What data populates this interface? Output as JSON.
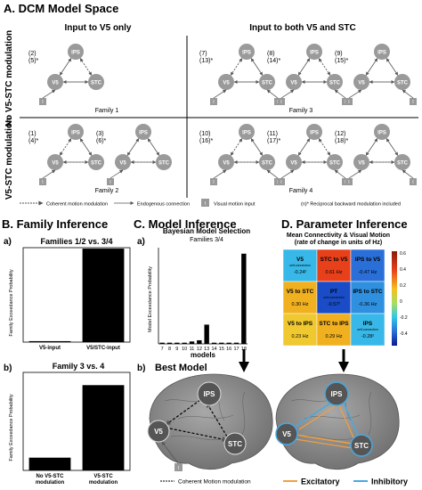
{
  "panelA": {
    "title": "A. DCM Model Space",
    "col_left": "Input to V5 only",
    "col_right": "Input to both V5 and STC",
    "row_top": "No V5-STC modulation",
    "row_bottom": "V5-STC modulation",
    "family1": "Family 1",
    "family2": "Family 2",
    "family3": "Family 3",
    "family4": "Family 4",
    "models": [
      {
        "num": "(1)",
        "rec": "(4)*"
      },
      {
        "num": "(2)",
        "rec": "(5)*"
      },
      {
        "num": "(3)",
        "rec": "(6)*"
      },
      {
        "num": "(7)",
        "rec": "(13)*"
      },
      {
        "num": "(8)",
        "rec": "(14)*"
      },
      {
        "num": "(9)",
        "rec": "(15)*"
      },
      {
        "num": "(10)",
        "rec": "(16)*"
      },
      {
        "num": "(11)",
        "rec": "(17)*"
      },
      {
        "num": "(12)",
        "rec": "(18)*"
      }
    ],
    "node_ips": "IPS",
    "node_v5": "V5",
    "node_stc": "STC",
    "input_box": "I",
    "legend_coherent": "Coherent motion modulation",
    "legend_endogenous": "Endogenous connection",
    "legend_visual": "Visual motion input",
    "legend_reciprocal": "(n)* Reciprocal backward modulation included"
  },
  "panelB": {
    "title": "B. Family Inference",
    "sub_a": "a)",
    "sub_b": "b)",
    "chart_a_title": "Families 1/2 vs. 3/4",
    "chart_b_title": "Family 3 vs. 4",
    "ylabel": "Family Exceedance Probability"
  },
  "panelC": {
    "title": "C. Model Inference",
    "sub_a": "a)",
    "chart_title": "Bayesian Model Selection",
    "chart_subtitle": "Families 3/4",
    "ylabel": "Model Exceedance Probability",
    "xlabel": "models",
    "sub_b": "b)",
    "best_model": "Best Model",
    "legend": "Coherent Motion modulation"
  },
  "panelD": {
    "title": "D. Parameter Inference",
    "heatmap_title": "Mean Connectivity & Visual Motion",
    "heatmap_subtitle": "(rate of change in units of Hz)",
    "self_label": "self-connection",
    "cells": [
      {
        "name": "V5",
        "sub": "self-connection",
        "value": "-0.24²"
      },
      {
        "name": "STC to V5",
        "sub": "",
        "value": "0.61 Hz"
      },
      {
        "name": "IPS to V5",
        "sub": "",
        "value": "-0.47 Hz"
      },
      {
        "name": "V5 to STC",
        "sub": "",
        "value": "0.30 Hz"
      },
      {
        "name": "PT",
        "sub": "self-connection",
        "value": "-0.57²"
      },
      {
        "name": "IPS to STC",
        "sub": "",
        "value": "-0.36 Hz"
      },
      {
        "name": "V5 to IPS",
        "sub": "",
        "value": "0.23 Hz"
      },
      {
        "name": "STC to IPS",
        "sub": "",
        "value": "0.29 Hz"
      },
      {
        "name": "IPS",
        "sub": "self-connection",
        "value": "-0.28²"
      }
    ],
    "colorbar_ticks": [
      "0.6",
      "0.4",
      "0.2",
      "0",
      "-0.2",
      "-0.4"
    ],
    "legend_excitatory": "Excitatory",
    "legend_inhibitory": "Inhibitory",
    "colors": {
      "excitatory": "#f0a040",
      "inhibitory": "#4aa8e0"
    }
  },
  "chart_data": [
    {
      "type": "bar",
      "title": "Families 1/2 vs. 3/4",
      "categories": [
        "V5-input",
        "V5/STC-input"
      ],
      "values": [
        0.01,
        0.99
      ],
      "ylabel": "Family Exceedance Probability",
      "ylim": [
        0,
        1
      ]
    },
    {
      "type": "bar",
      "title": "Family 3 vs. 4",
      "categories": [
        "No V5-STC modulation",
        "V5-STC modulation"
      ],
      "values": [
        0.13,
        0.87
      ],
      "ylabel": "Family Exceedance Probability",
      "ylim": [
        0,
        1
      ]
    },
    {
      "type": "bar",
      "title": "Bayesian Model Selection",
      "subtitle": "Families 3/4",
      "categories": [
        "7",
        "8",
        "9",
        "10",
        "11",
        "12",
        "13",
        "14",
        "15",
        "16",
        "17",
        "18"
      ],
      "values": [
        0.01,
        0.01,
        0.01,
        0.01,
        0.02,
        0.03,
        0.16,
        0.01,
        0.01,
        0.01,
        0.01,
        0.75
      ],
      "xlabel": "models",
      "ylabel": "Model Exceedance Probability",
      "ylim": [
        0,
        0.8
      ]
    },
    {
      "type": "heatmap",
      "title": "Mean Connectivity & Visual Motion",
      "rows": 3,
      "cols": 3,
      "values": [
        [
          -0.24,
          0.61,
          -0.47
        ],
        [
          0.3,
          -0.57,
          -0.36
        ],
        [
          0.23,
          0.29,
          -0.28
        ]
      ],
      "colorbar_ticks": [
        "0.6",
        "0.4",
        "0.2",
        "0",
        "-0.2",
        "-0.4"
      ]
    }
  ]
}
